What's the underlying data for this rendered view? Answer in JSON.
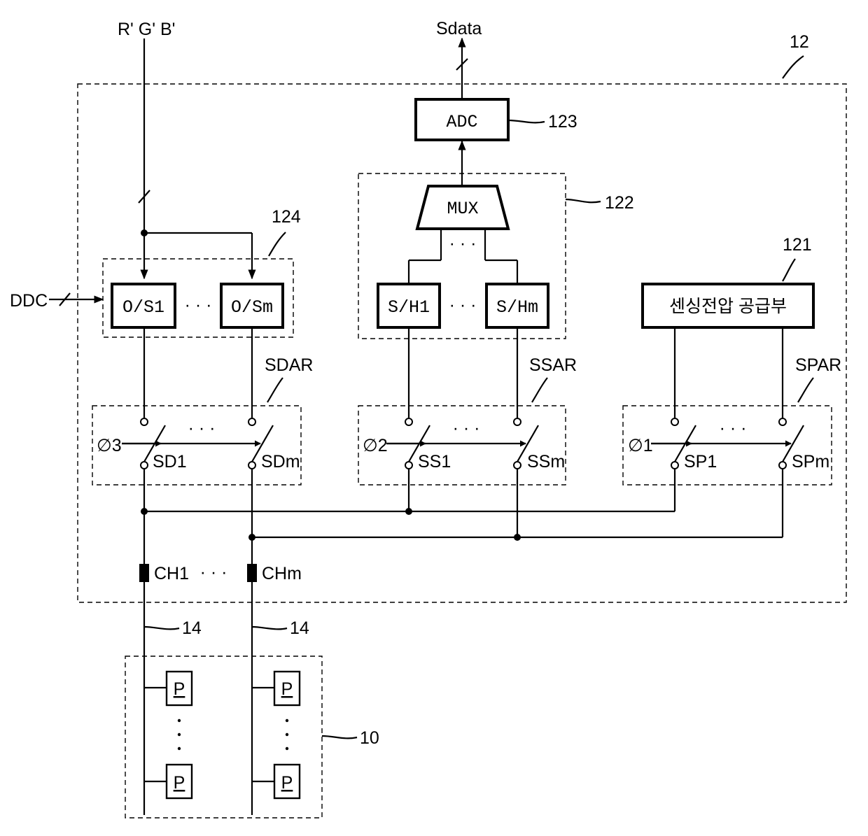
{
  "inputs": {
    "rgb": "R' G' B'",
    "ddc": "DDC",
    "sdata": "Sdata"
  },
  "blocks": {
    "adc": "ADC",
    "mux": "MUX",
    "os_first": "O/S1",
    "os_last": "O/Sm",
    "sh_first": "S/H1",
    "sh_last": "S/Hm",
    "sensing_supply": "센싱전압 공급부",
    "pixel": "P"
  },
  "refs": {
    "r12": "12",
    "r123": "123",
    "r122": "122",
    "r124": "124",
    "r121": "121",
    "r14a": "14",
    "r14b": "14",
    "r10": "10"
  },
  "switch_arrays": {
    "sdar": "SDAR",
    "ssar": "SSAR",
    "spar": "SPAR"
  },
  "switches": {
    "sd1": "SD1",
    "sdm": "SDm",
    "ss1": "SS1",
    "ssm": "SSm",
    "sp1": "SP1",
    "spm": "SPm"
  },
  "phases": {
    "p3": "∅3",
    "p2": "∅2",
    "p1": "∅1"
  },
  "channels": {
    "ch1": "CH1",
    "chm": "CHm"
  },
  "ellipsis": "· · ·"
}
